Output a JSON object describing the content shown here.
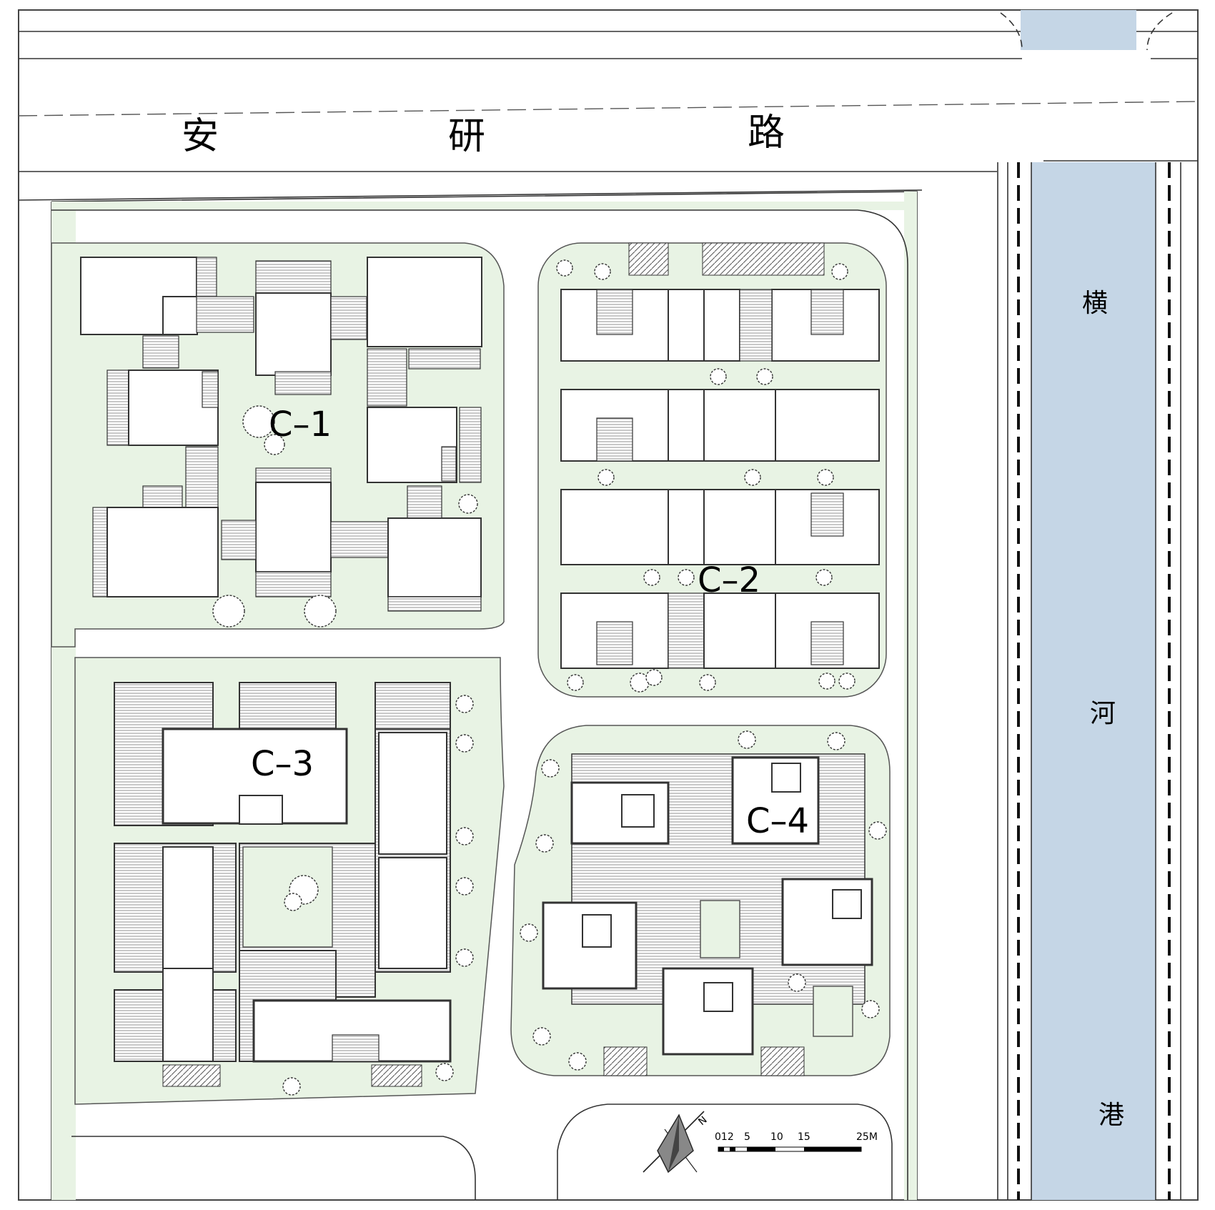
{
  "road": {
    "name_chars": [
      "安",
      "研",
      "路"
    ]
  },
  "river": {
    "name_chars": [
      "横",
      "河",
      "港"
    ]
  },
  "blocks": [
    {
      "label": "C–1"
    },
    {
      "label": "C–2"
    },
    {
      "label": "C–3"
    },
    {
      "label": "C–4"
    }
  ],
  "scale_bar": {
    "labels": [
      "012",
      "5",
      "10",
      "15",
      "25M"
    ]
  },
  "north_arrow": {
    "label": "N"
  },
  "colors": {
    "green_space": "#e8f3e4",
    "water": "#c5d6e6",
    "building": "#ffffff",
    "line": "#333333"
  }
}
